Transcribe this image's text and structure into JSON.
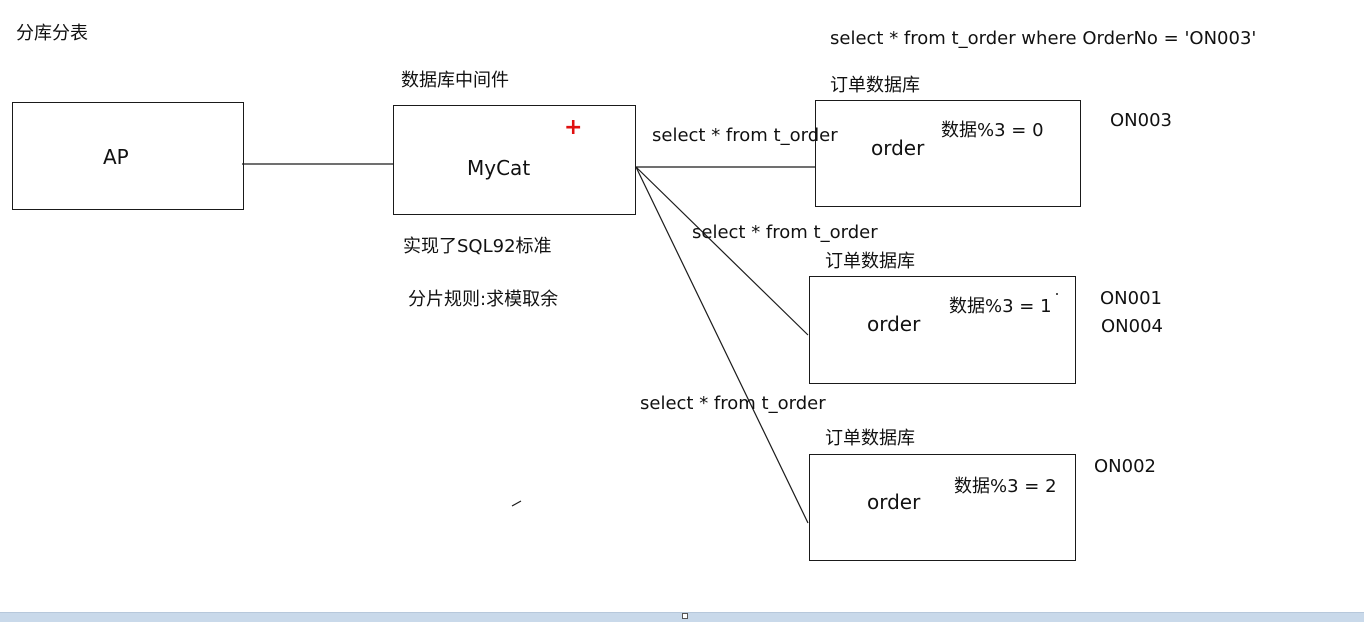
{
  "title": "分库分表",
  "ap": {
    "label": "AP"
  },
  "middleware": {
    "heading": "数据库中间件",
    "label": "MyCat",
    "note1": "实现了SQL92标准",
    "note2": "分片规则:求模取余"
  },
  "top_query": "select * from t_order where OrderNo = 'ON003'",
  "databases": [
    {
      "heading": "订单数据库",
      "table": "order",
      "rule": "数据%3 = 0",
      "query": "select * from t_order",
      "records": [
        "ON003"
      ]
    },
    {
      "heading": "订单数据库",
      "table": "order",
      "rule": "数据%3 = 1",
      "query": "select * from t_order",
      "records": [
        "ON001",
        "ON004"
      ]
    },
    {
      "heading": "订单数据库",
      "table": "order",
      "rule": "数据%3 = 2",
      "query": "select * from t_order",
      "records": [
        "ON002"
      ]
    }
  ],
  "colors": {
    "line": "#1a1a1a",
    "cursor_plus": "#e01010",
    "bottom_bar": "#c9d9ea"
  }
}
